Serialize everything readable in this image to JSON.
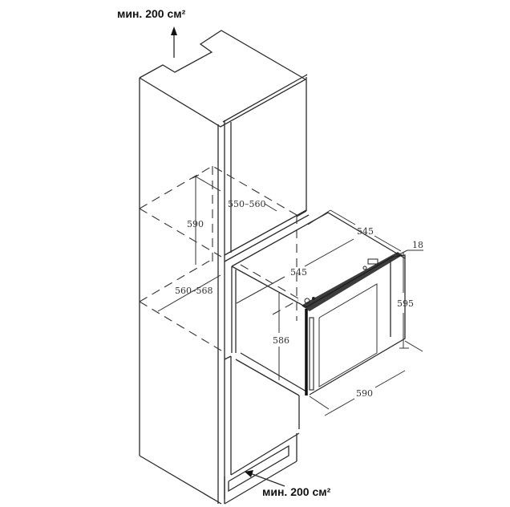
{
  "diagram": {
    "title": "Built-in wine cooler installation diagram",
    "vent_top": {
      "label": "мин. 200 см²",
      "direction": "up"
    },
    "vent_bottom": {
      "label": "мин. 200 см²",
      "direction": "into-plinth"
    },
    "niche_dimensions": {
      "height": "590",
      "width": "550–560",
      "depth": "560–568"
    },
    "appliance_dimensions": {
      "top_depth": "545",
      "side_depth": "545",
      "door_thickness": "18",
      "height_front": "595",
      "height_body": "586",
      "width": "590"
    },
    "colors": {
      "line": "#2a2a2a",
      "background": "#ffffff",
      "text": "#111111"
    }
  }
}
